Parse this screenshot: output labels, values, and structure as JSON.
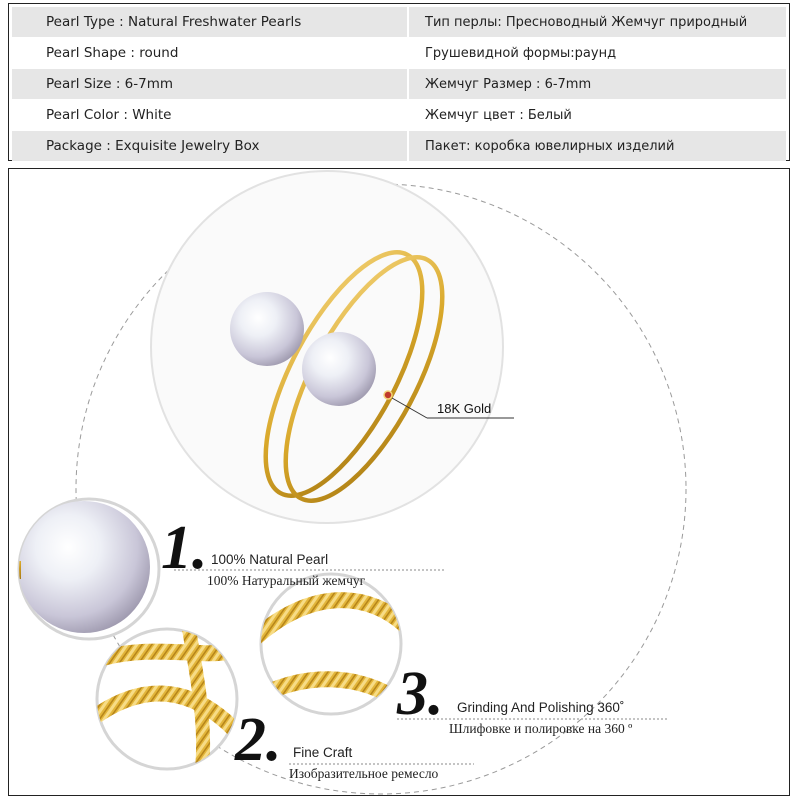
{
  "specs": [
    {
      "en": "Pearl Type : Natural Freshwater Pearls",
      "ru": "Тип перлы: Пресноводный Жемчуг природный"
    },
    {
      "en": "Pearl Shape : round",
      "ru": "Грушевидной формы:раунд"
    },
    {
      "en": "Pearl Size : 6-7mm",
      "ru": "Жемчуг Размер : 6-7mm"
    },
    {
      "en": "Pearl Color : White",
      "ru": "Жемчуг цвет : Белый"
    },
    {
      "en": "Package : Exquisite Jewelry Box",
      "ru": "Пакет: коробка ювелирных изделий"
    }
  ],
  "product": {
    "gold_label": "18K Gold",
    "features": [
      {
        "number": "1.",
        "en": "100% Natural Pearl",
        "ru": "100% Натуральный жемчуг"
      },
      {
        "number": "2.",
        "en": "Fine Craft",
        "ru": "Изобразительное ремесло"
      },
      {
        "number": "3.",
        "en": "Grinding And Polishing 360˚",
        "ru": "Шлифовке и полировке на 360 º"
      }
    ]
  },
  "colors": {
    "gold": "#d9a82a",
    "gold_light": "#f3d37a",
    "pearl": "#eef0f6",
    "row_shade": "#e6e6e6"
  }
}
